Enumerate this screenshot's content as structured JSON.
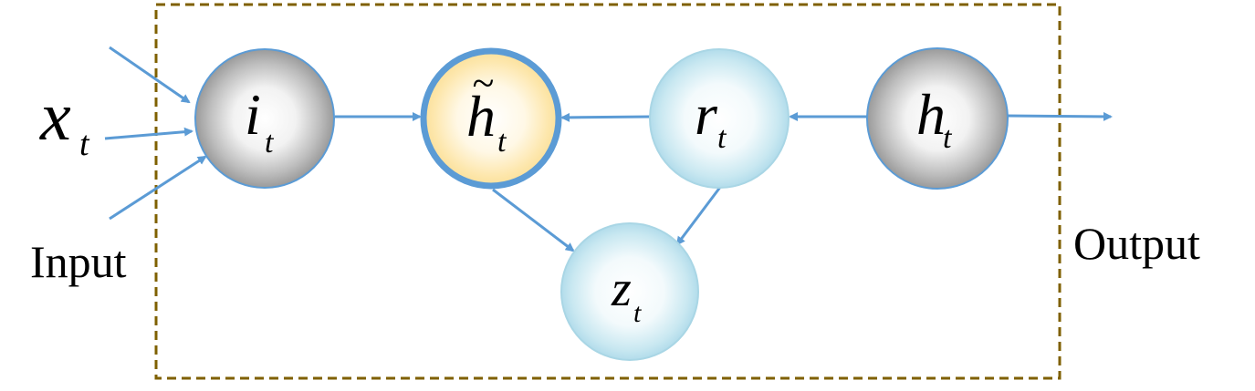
{
  "input_label": "Input",
  "output_label": "Output",
  "input_symbol": {
    "base": "x",
    "sub": "t"
  },
  "nodes": {
    "i": {
      "base": "i",
      "sub": "t"
    },
    "h_tilde": {
      "base": "h",
      "sub": "t",
      "accent": "~"
    },
    "r": {
      "base": "r",
      "sub": "t"
    },
    "h": {
      "base": "h",
      "sub": "t"
    },
    "z": {
      "base": "z",
      "sub": "t"
    }
  },
  "colors": {
    "arrow": "#5b9bd5",
    "dashed_border": "#7f6000",
    "gray_node": "#a6a6a6",
    "light_blue_node": "#b7e1ee",
    "yellow_node": "#fde7a6",
    "yellow_node_border": "#5b9bd5"
  }
}
